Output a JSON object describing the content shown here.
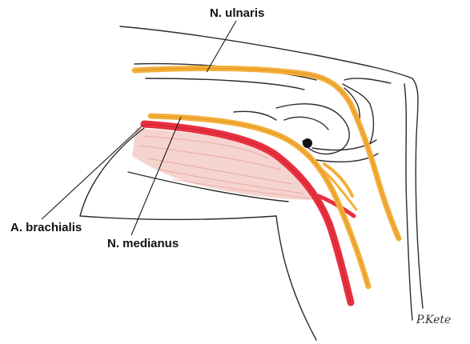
{
  "labels": {
    "ulnaris": "N. ulnaris",
    "brachialis": "A. brachialis",
    "medianus": "N. medianus"
  },
  "signature": "P.Kete",
  "colors": {
    "nerve": "#F4AE3A",
    "nerve_dark": "#D98A1C",
    "artery": "#E8303E",
    "muscle": "#F2C4BE",
    "outline": "#2B2B2B",
    "background": "#FFFFFF"
  }
}
